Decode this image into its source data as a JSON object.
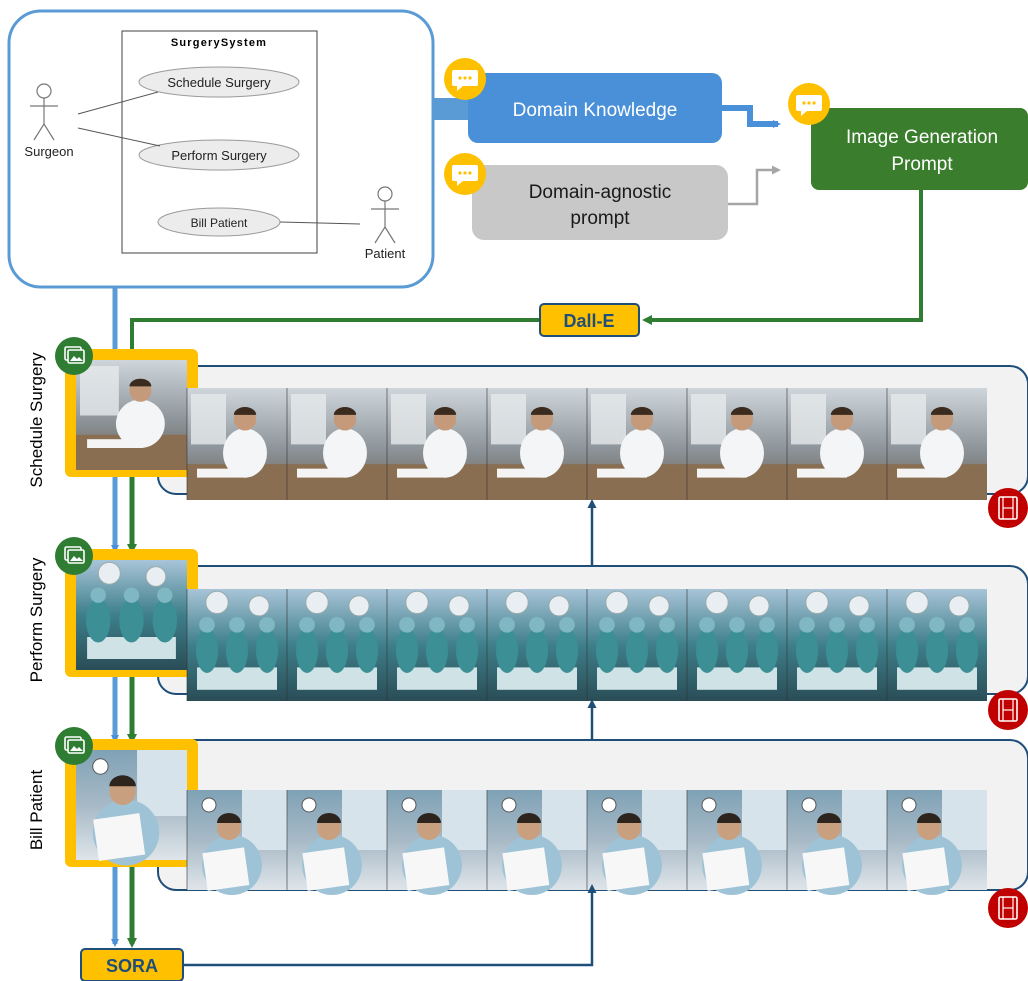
{
  "uml": {
    "system_title": "SurgerySystem",
    "use_cases": [
      "Schedule Surgery",
      "Perform Surgery",
      "Bill Patient"
    ],
    "actors": {
      "surgeon": "Surgeon",
      "patient": "Patient"
    }
  },
  "prompts": {
    "domain_knowledge": "Domain Knowledge",
    "domain_agnostic_line1": "Domain-agnostic",
    "domain_agnostic_line2": "prompt",
    "image_generation_line1": "Image Generation",
    "image_generation_line2": "Prompt"
  },
  "models": {
    "image_model": "Dall-E",
    "video_model": "SORA"
  },
  "rows": [
    {
      "label": "Schedule Surgery",
      "scene": "office",
      "frames": 8
    },
    {
      "label": "Perform Surgery",
      "scene": "surgery",
      "frames": 8
    },
    {
      "label": "Bill Patient",
      "scene": "bill",
      "frames": 8
    }
  ],
  "colors": {
    "blue": "#5b9bd5",
    "domain_blue": "#4a90d9",
    "green": "#2e7d32",
    "dark_green": "#3a7d2c",
    "gray": "#c8c8c8",
    "yellow": "#ffc000",
    "red": "#c00000",
    "navy": "#1f4e79",
    "panel": "#f2f2f2"
  },
  "icons": [
    "chat-bubble-icon",
    "image-icon",
    "film-icon"
  ]
}
